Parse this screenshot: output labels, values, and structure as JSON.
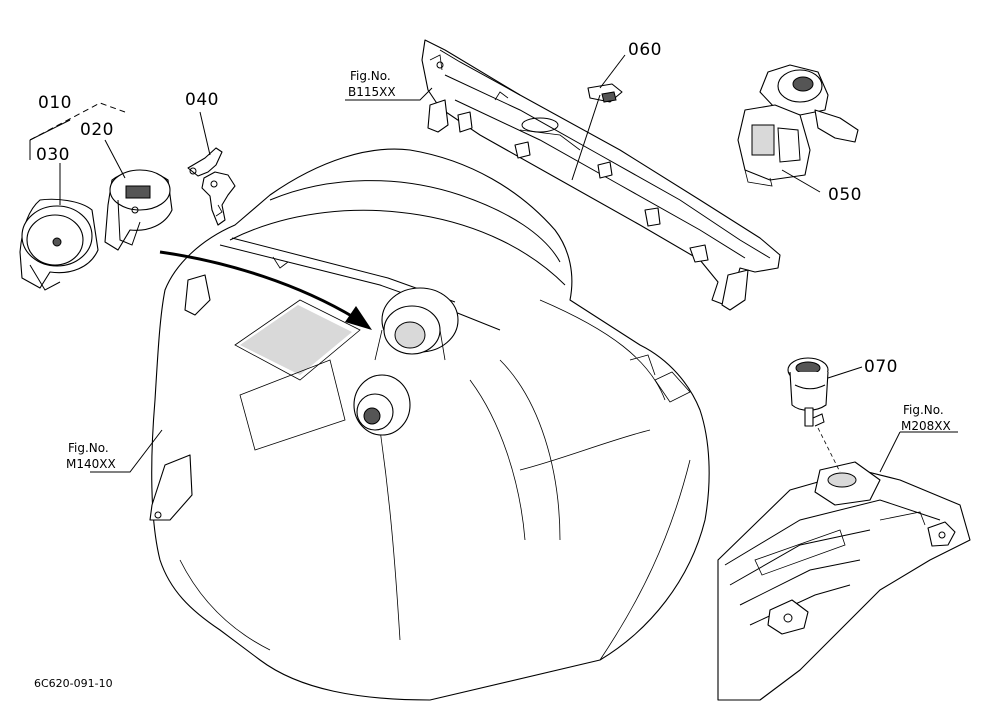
{
  "callouts": {
    "c010": "010",
    "c020": "020",
    "c030": "030",
    "c040": "040",
    "c050": "050",
    "c060": "060",
    "c070": "070"
  },
  "figure_refs": {
    "b115": {
      "line1": "Fig.No.",
      "line2": "B115XX"
    },
    "m140": {
      "line1": "Fig.No.",
      "line2": "M140XX"
    },
    "m208": {
      "line1": "Fig.No.",
      "line2": "M208XX"
    }
  },
  "drawing_number": "6C620-091-10"
}
